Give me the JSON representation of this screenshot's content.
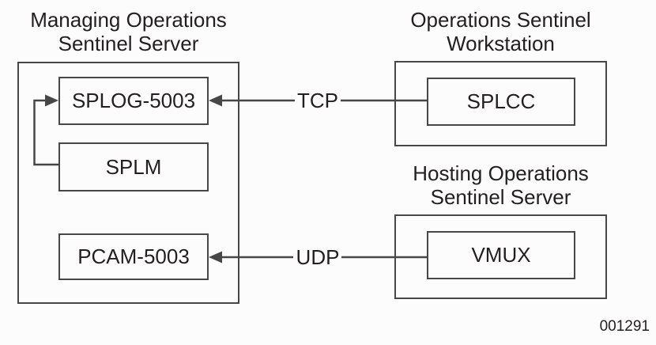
{
  "figure": {
    "number": "001291",
    "colors": {
      "line": "#474747",
      "text": "#231f20",
      "background": "#fcfcfc"
    }
  },
  "groups": {
    "managing": {
      "title_line1": "Managing Operations",
      "title_line2": "Sentinel Server"
    },
    "workstation": {
      "title_line1": "Operations Sentinel",
      "title_line2": "Workstation"
    },
    "hosting": {
      "title_line1": "Hosting Operations",
      "title_line2": "Sentinel Server"
    }
  },
  "nodes": {
    "splog": {
      "label": "SPLOG-5003"
    },
    "splm": {
      "label": "SPLM"
    },
    "pcam": {
      "label": "PCAM-5003"
    },
    "splcc": {
      "label": "SPLCC"
    },
    "vmux": {
      "label": "VMUX"
    }
  },
  "connections": [
    {
      "from": "SPLCC",
      "to": "SPLOG-5003",
      "label": "TCP",
      "style": "arrow-left"
    },
    {
      "from": "VMUX",
      "to": "PCAM-5003",
      "label": "UDP",
      "style": "arrow-left"
    },
    {
      "from": "SPLM",
      "to": "SPLOG-5003",
      "label": "",
      "style": "elbow-arrow"
    }
  ]
}
